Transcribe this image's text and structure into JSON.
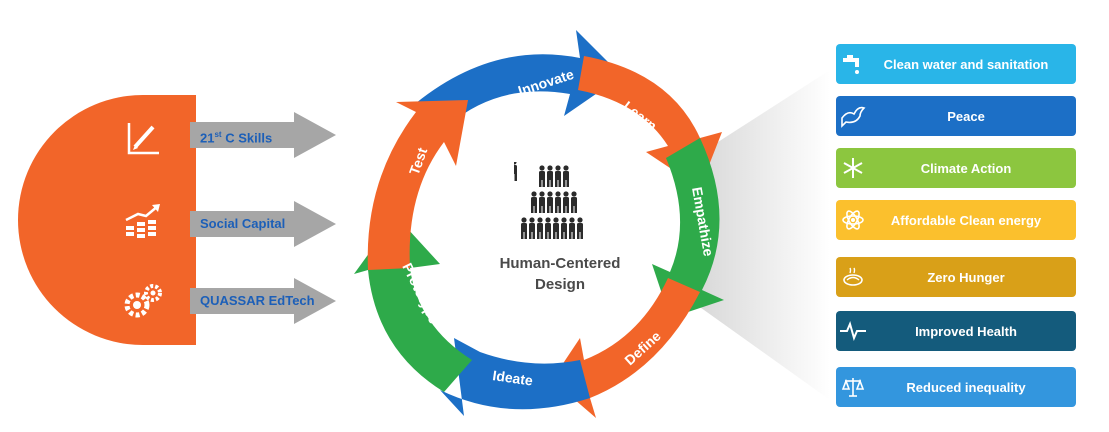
{
  "left_arrows": [
    {
      "label_main": "21",
      "label_sup": "st",
      "label_rest": " C Skills",
      "icon": "pencil-chart-icon"
    },
    {
      "label_main": "Social Capital",
      "label_sup": "",
      "label_rest": "",
      "icon": "growth-coins-icon"
    },
    {
      "label_main": "QUASSAR EdTech",
      "label_sup": "",
      "label_rest": "",
      "icon": "gears-icon"
    }
  ],
  "cycle": {
    "center_title_line1": "Human-Centered",
    "center_title_line2": "Design",
    "steps": [
      "Innovate",
      "Learn",
      "Empathize",
      "Define",
      "Ideate",
      "Prototype",
      "Test"
    ]
  },
  "goals": [
    {
      "label": "Clean water and sanitation",
      "color": "#29B5E8",
      "icon": "water-tap-icon"
    },
    {
      "label": "Peace",
      "color": "#1C6FC6",
      "icon": "dove-icon"
    },
    {
      "label": "Climate Action",
      "color": "#8CC63F",
      "icon": "snowflake-icon"
    },
    {
      "label": "Affordable Clean energy",
      "color": "#FBC02D",
      "icon": "atom-icon"
    },
    {
      "label": "Zero Hunger",
      "color": "#D9A018",
      "icon": "food-bowl-icon"
    },
    {
      "label": "Improved Health",
      "color": "#145B7C",
      "icon": "heartbeat-icon"
    },
    {
      "label": "Reduced inequality",
      "color": "#3396DE",
      "icon": "scales-icon"
    }
  ],
  "colors": {
    "orange": "#F26529",
    "blue": "#1C6FC6",
    "green": "#2EAA4A",
    "grey_arrow": "#A6A6A6",
    "label_blue": "#1C5FB8"
  }
}
